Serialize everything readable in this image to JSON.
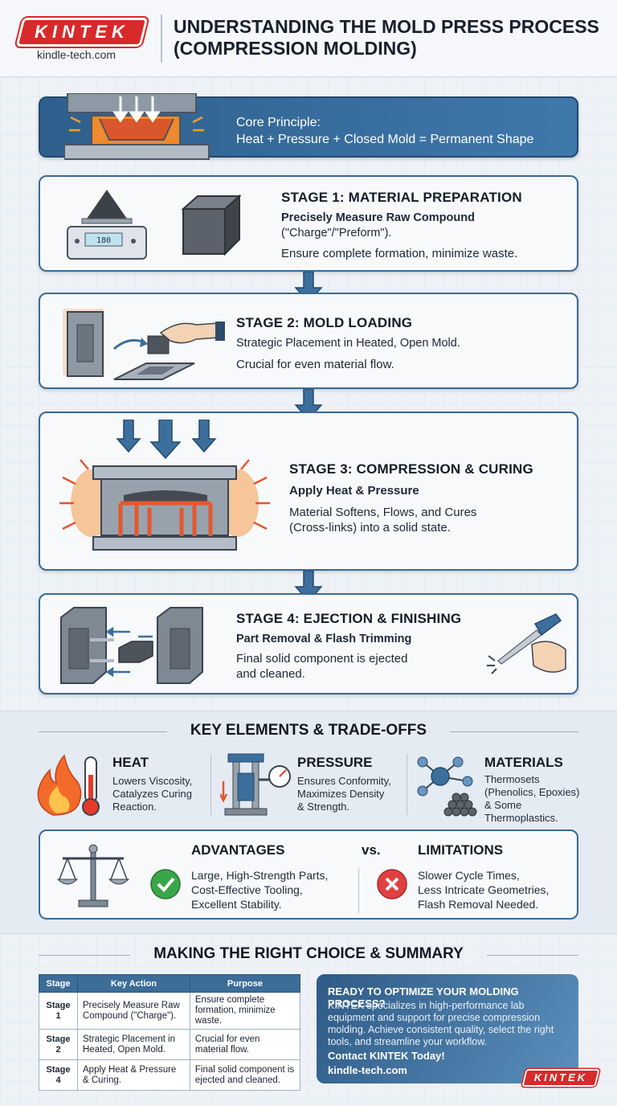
{
  "brand": {
    "logo_text": "KINTEK",
    "url": "kindle-tech.com",
    "color": "#d82a2a"
  },
  "header": {
    "title_line1": "UNDERSTANDING THE MOLD PRESS PROCESS",
    "title_line2": "(COMPRESSION MOLDING)"
  },
  "core": {
    "title": "Core Principle:",
    "formula": "Heat + Pressure + Closed Mold = Permanent Shape"
  },
  "stages": [
    {
      "title": "STAGE 1: MATERIAL PREPARATION",
      "subtitle": "Precisely Measure Raw Compound",
      "subtitle2": "(\"Charge\"/\"Preform\").",
      "body": "Ensure complete formation, minimize waste.",
      "scale_readout": "180"
    },
    {
      "title": "STAGE 2: MOLD LOADING",
      "subtitle": "Strategic Placement in Heated, Open Mold.",
      "body": "Crucial for even material flow."
    },
    {
      "title": "STAGE 3: COMPRESSION & CURING",
      "subtitle": "Apply Heat & Pressure",
      "body1": "Material Softens, Flows, and Cures",
      "body2": "(Cross-links) into a solid state."
    },
    {
      "title": "STAGE 4: EJECTION & FINISHING",
      "subtitle": "Part Removal & Flash Trimming",
      "body1": "Final solid component is ejected",
      "body2": "and cleaned."
    }
  ],
  "key_elements": {
    "title": "KEY ELEMENTS & TRADE-OFFS",
    "items": [
      {
        "name": "HEAT",
        "lines": [
          "Lowers Viscosity,",
          "Catalyzes Curing",
          "Reaction."
        ],
        "icon": "flame-thermometer-icon"
      },
      {
        "name": "PRESSURE",
        "lines": [
          "Ensures Conformity,",
          "Maximizes Density",
          "& Strength."
        ],
        "icon": "press-gauge-icon"
      },
      {
        "name": "MATERIALS",
        "lines": [
          "Thermosets",
          "(Phenolics, Epoxies)",
          "& Some",
          "Thermoplastics."
        ],
        "icon": "molecule-icon"
      }
    ]
  },
  "tradeoffs": {
    "advantages_title": "ADVANTAGES",
    "vs": "vs.",
    "limitations_title": "LIMITATIONS",
    "advantages": [
      "Large, High-Strength Parts,",
      "Cost-Effective Tooling,",
      "Excellent Stability."
    ],
    "limitations": [
      "Slower Cycle Times,",
      "Less Intricate Geometries,",
      "Flash Removal Needed."
    ]
  },
  "summary": {
    "title": "MAKING THE RIGHT CHOICE & SUMMARY",
    "headers": [
      "Stage",
      "Key Action",
      "Purpose"
    ],
    "rows": [
      {
        "stage": "Stage 1",
        "action": "Precisely Measure Raw Compound (\"Charge\").",
        "purpose": "Ensure complete formation, minimize waste."
      },
      {
        "stage": "Stage 2",
        "action": "Strategic Placement in Heated, Open Mold.",
        "purpose": "Crucial for even material flow."
      },
      {
        "stage": "Stage 4",
        "action": "Apply Heat & Pressure & Curing.",
        "purpose": "Final solid component is ejected and cleaned."
      }
    ]
  },
  "cta": {
    "heading": "READY TO OPTIMIZE YOUR MOLDING PROCESS?",
    "body": "KINTEK specializes in high-performance lab equipment and support for precise compression molding. Achieve consistent quality, select the right tools, and streamline your workflow.",
    "contact": "Contact KINTEK Today!",
    "url": "kindle-tech.com"
  }
}
